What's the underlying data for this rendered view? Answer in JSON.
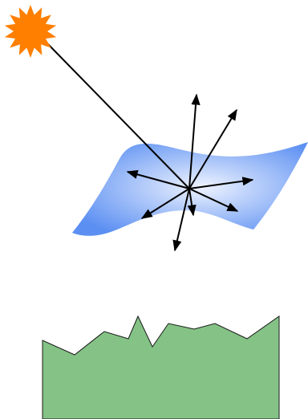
{
  "colors": {
    "sun_fill": "#ff7f00",
    "ray_stroke": "#000000",
    "surface_center": "#eef3ff",
    "surface_edge": "#5b8ff2",
    "ground_fill": "#84c286",
    "ground_stroke": "#1a1a1a"
  },
  "icons": {
    "sun": "sun-starburst-icon",
    "surface": "scattering-surface",
    "ground": "ground-terrain"
  },
  "scattered_ray_count": 8
}
